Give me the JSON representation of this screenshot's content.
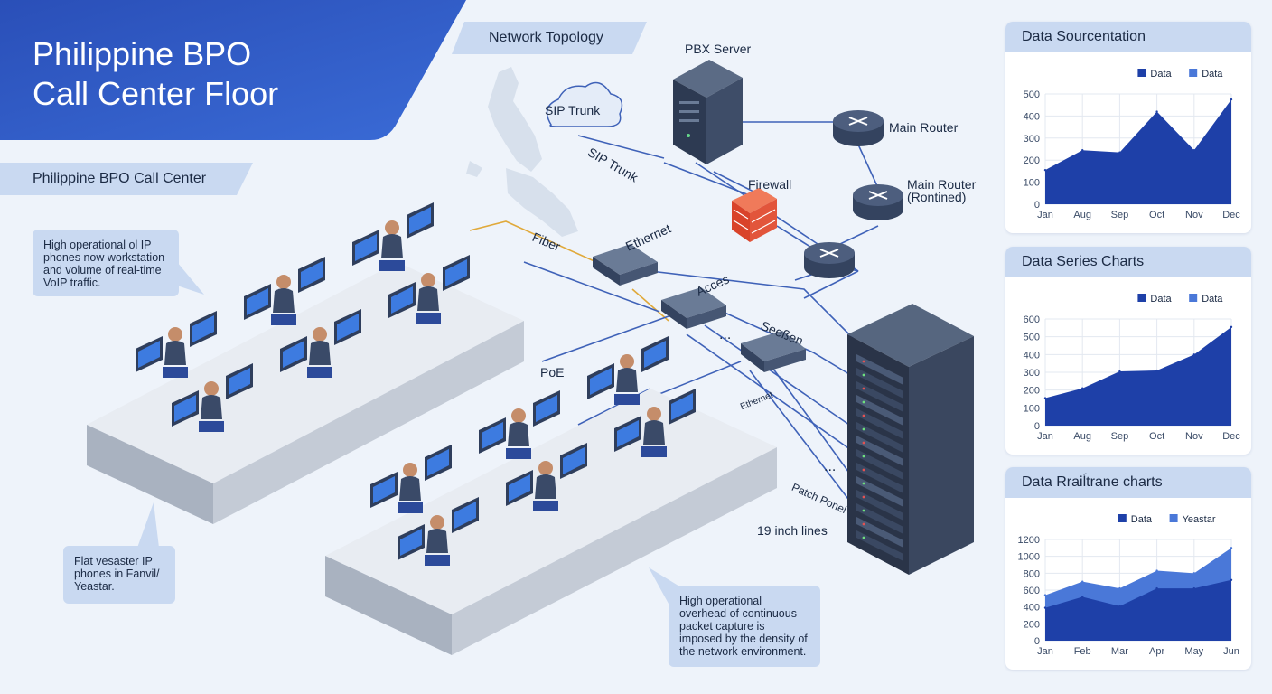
{
  "title": {
    "line1": "Philippine BPO",
    "line2": "Call Center Floor"
  },
  "network_topology_label": "Network Topology",
  "section_label": "Philippine BPO Call Center",
  "callouts": [
    "High operational ol IP phones now workstation and volume of real-time VoIP traffic.",
    "Flat vesaster IP phones in Fanvil/ Yeastar.",
    "High operational overhead of continuous packet capture is imposed by the density of the network environment."
  ],
  "labels": {
    "pbx": "PBX Server",
    "sip_cloud": "SIP Trunk",
    "sip_link": "SIP Trunk",
    "main_router": "Main Router",
    "main_router2_line1": "Main Router",
    "main_router2_line2": "(Rontined)",
    "firewall": "Firewall",
    "fiber": "Fiber",
    "ethernet": "Ethernet",
    "acces": "Acces",
    "seesen": "Seeßen",
    "poe": "PoE",
    "ethernet2": "Ethernet",
    "patch_panel": "Patch Ponel",
    "rack_lines": "19 inch lines",
    "ellipsis": "..."
  },
  "colors": {
    "primary": "#1e40a8",
    "secondary": "#4a78d8",
    "header_bg": "#c9d9f1",
    "accent_fiber": "#e0a93a",
    "firewall": "#e2553b"
  },
  "chart_data": [
    {
      "type": "area",
      "title": "Data Sourcentation",
      "categories": [
        "Jan",
        "Aug",
        "Sep",
        "Oct",
        "Nov",
        "Dec"
      ],
      "series": [
        {
          "name": "Data",
          "values": [
            155,
            245,
            235,
            420,
            245,
            475
          ]
        },
        {
          "name": "Data",
          "values": []
        }
      ],
      "yticks": [
        0,
        100,
        200,
        300,
        400,
        500
      ],
      "ylim": [
        0,
        500
      ],
      "grid": true,
      "legend": "top-right"
    },
    {
      "type": "area",
      "title": "Data Series Charts",
      "categories": [
        "Jan",
        "Aug",
        "Sep",
        "Oct",
        "Nov",
        "Dec"
      ],
      "series": [
        {
          "name": "Data",
          "values": [
            155,
            210,
            305,
            310,
            400,
            555
          ]
        },
        {
          "name": "Data",
          "values": []
        }
      ],
      "yticks": [
        0,
        100,
        200,
        300,
        400,
        500,
        600
      ],
      "ylim": [
        0,
        600
      ],
      "grid": true,
      "legend": "top-right"
    },
    {
      "type": "area",
      "title": "Data Rraiĺtrane charts",
      "categories": [
        "Jan",
        "Feb",
        "Mar",
        "Apr",
        "May",
        "Jun"
      ],
      "series": [
        {
          "name": "Data",
          "values": [
            390,
            520,
            410,
            620,
            620,
            720
          ]
        },
        {
          "name": "Yeastar",
          "values": [
            540,
            700,
            620,
            830,
            800,
            1100
          ]
        }
      ],
      "yticks": [
        0,
        200,
        400,
        600,
        800,
        1000,
        1200
      ],
      "ylim": [
        0,
        1200
      ],
      "grid": true,
      "legend": "top-right"
    }
  ]
}
